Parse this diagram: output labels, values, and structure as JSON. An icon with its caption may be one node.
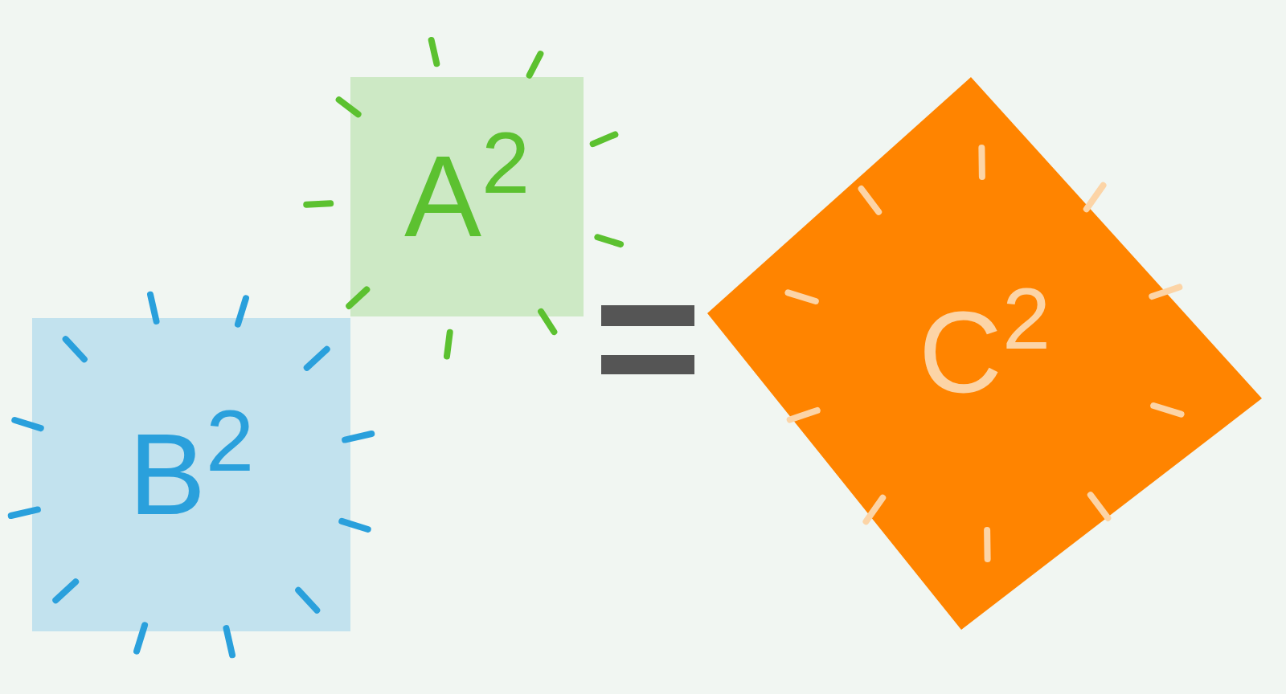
{
  "diagram": {
    "nodes": [
      {
        "text": [
          "A$^{2}$"
        ]
      },
      {
        "text": [
          "B$^{2}$"
        ]
      },
      {
        "text": [
          "C$^{2}$"
        ]
      }
    ]
  }
}
